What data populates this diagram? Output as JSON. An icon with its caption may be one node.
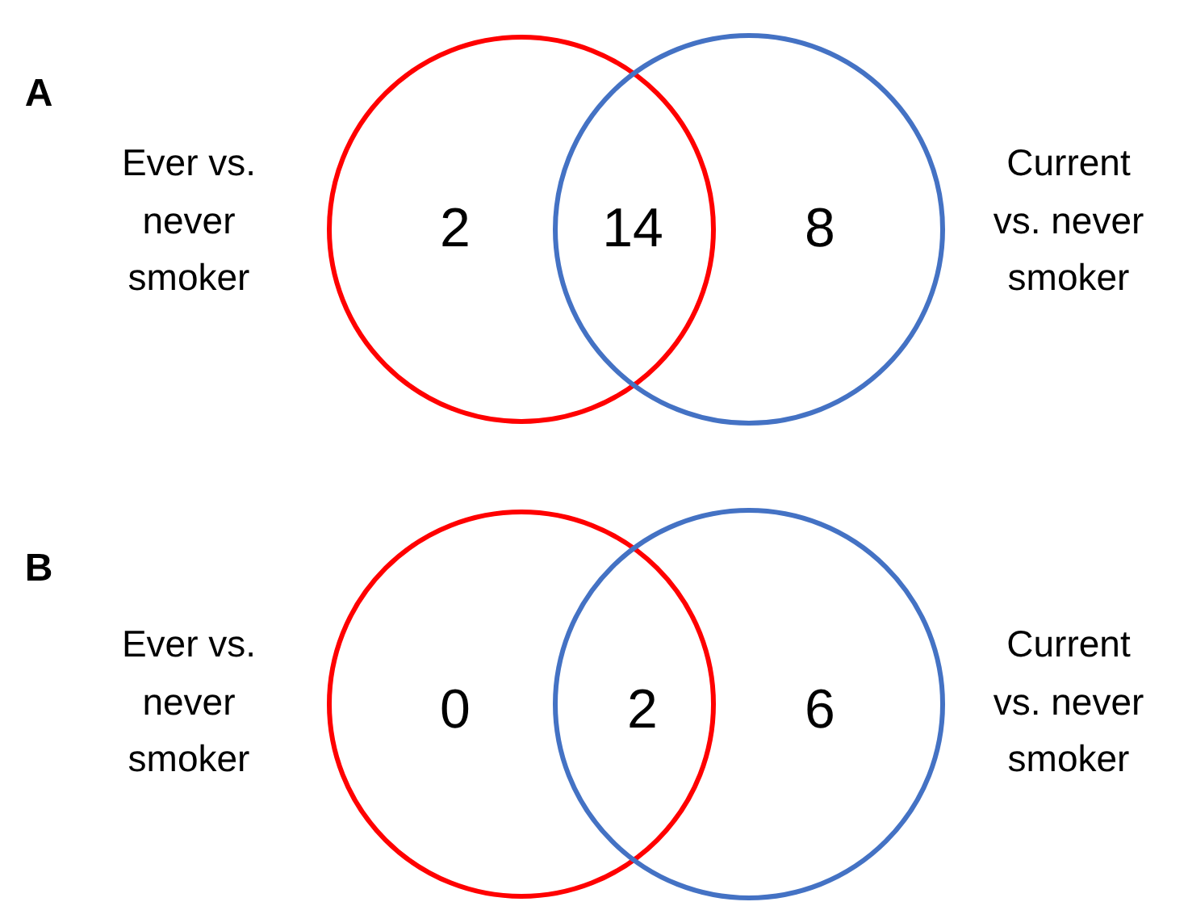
{
  "diagram": {
    "labels": [
      "A",
      "Ever vs. never smoker",
      "2",
      "14",
      "8",
      "Current vs. never smoker",
      "B",
      "Ever vs. never smoker",
      "0",
      "2",
      "6",
      "Current vs. never smoker"
    ]
  }
}
